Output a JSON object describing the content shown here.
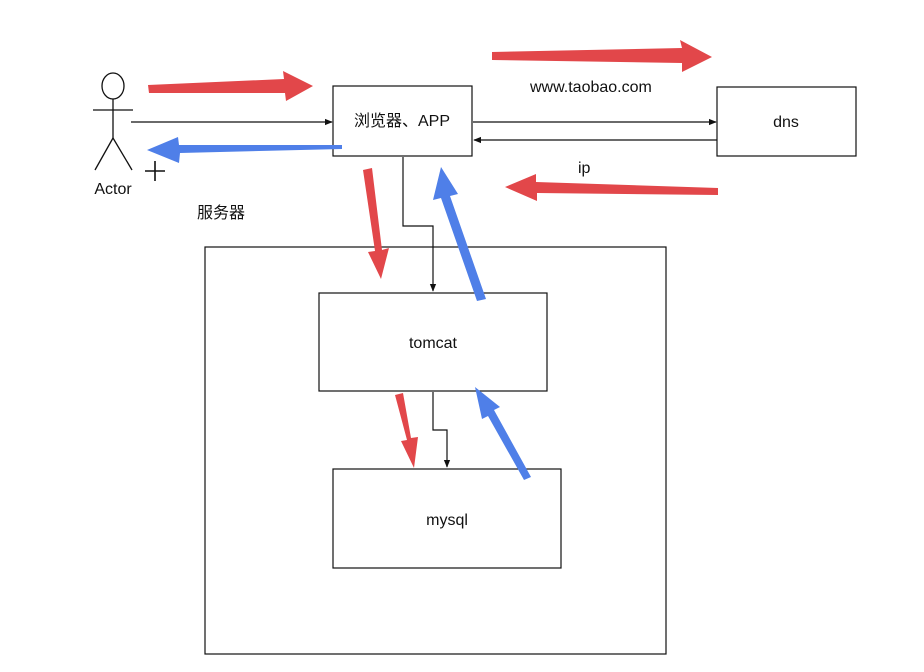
{
  "actor": {
    "label": "Actor",
    "icon": "stick-figure-actor-icon"
  },
  "nodes": {
    "client": {
      "label": "浏览器、APP"
    },
    "dns": {
      "label": "dns"
    },
    "server_group": {
      "label": "服务器"
    },
    "tomcat": {
      "label": "tomcat"
    },
    "mysql": {
      "label": "mysql"
    }
  },
  "annotations": {
    "domain": "www.taobao.com",
    "ip": "ip"
  },
  "colors": {
    "request": "#e2474a",
    "response": "#4f7fe8",
    "line": "#111111"
  }
}
